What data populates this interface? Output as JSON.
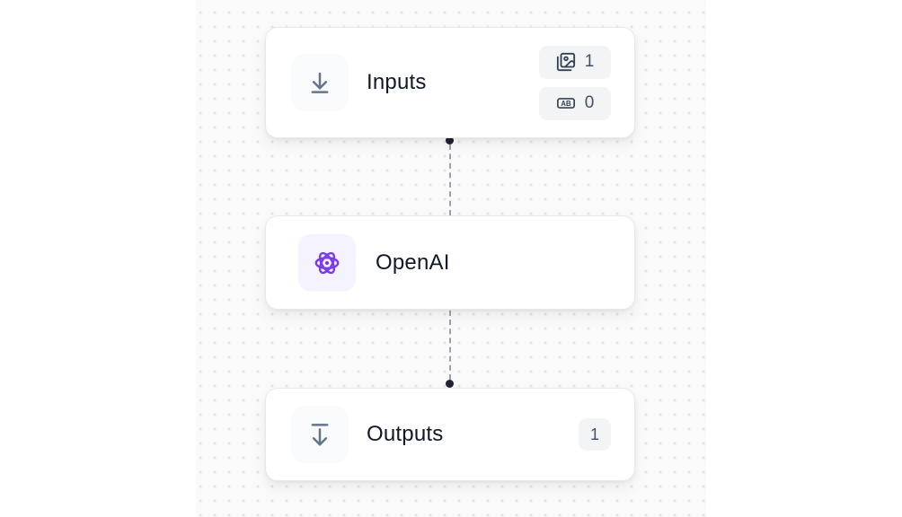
{
  "canvas": {
    "background": "#fafafa",
    "dot_color": "#e3e3e8",
    "edge_style": "dashed",
    "edge_color": "#9aa1ae",
    "handle_color": "#1e2433"
  },
  "colors": {
    "accent_purple": "#7c3aed",
    "node_border": "#e7e8ec",
    "icon_gray": "#64748b",
    "badge_bg": "#f3f4f6",
    "title_text": "#111827"
  },
  "nodes": [
    {
      "id": "inputs",
      "title": "Inputs",
      "icon": "arrow-down-to-line-icon",
      "badges": [
        {
          "icon": "images-icon",
          "count": "1"
        },
        {
          "icon": "text-ab-icon",
          "count": "0"
        }
      ]
    },
    {
      "id": "openai",
      "title": "OpenAI",
      "icon": "openai-logo-icon",
      "accent": "#7c3aed"
    },
    {
      "id": "outputs",
      "title": "Outputs",
      "icon": "arrow-down-from-line-icon",
      "badges": [
        {
          "count": "1"
        }
      ]
    }
  ],
  "edges": [
    {
      "from": "inputs",
      "to": "openai",
      "style": "dashed"
    },
    {
      "from": "openai",
      "to": "outputs",
      "style": "dashed"
    }
  ]
}
